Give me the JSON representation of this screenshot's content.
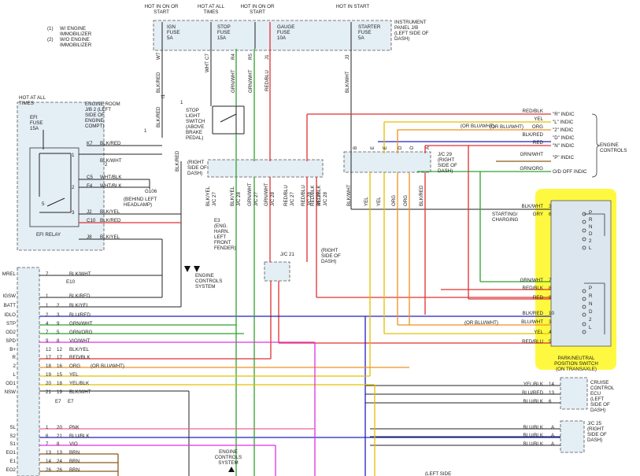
{
  "legend": [
    {
      "num": "1",
      "text": "W/ ENGINE IMMOBILIZER"
    },
    {
      "num": "2",
      "text": "W/O ENGINE IMMOBILIZER"
    }
  ],
  "header_notes": [
    "HOT IN ON OR START",
    "HOT AT ALL TIMES",
    "HOT IN ON OR START",
    "HOT IN START",
    "HOT AT ALL TIMES"
  ],
  "fuses": [
    {
      "name": "IGN",
      "label": "FUSE",
      "amp": "5A"
    },
    {
      "name": "STOP",
      "label": "FUSE",
      "amp": "15A"
    },
    {
      "name": "GAUGE",
      "label": "FUSE",
      "amp": "10A"
    },
    {
      "name": "STARTER",
      "label": "FUSE",
      "amp": "5A"
    },
    {
      "name": "EFI",
      "label": "FUSE",
      "amp": "15A"
    }
  ],
  "junction_blocks": {
    "instrument_panel": "INSTRUMENT PANEL J/B (LEFT SIDE OF DASH)",
    "engine_room": "ENGINE ROOM J/B 2 (LEFT SIDE OF ENGINE COMPT)",
    "efi_relay": "EFI RELAY",
    "stop_switch": "STOP LIGHT SWITCH (ABOVE BRAKE PEDAL)",
    "jc27": "(RIGHT SIDE OF DASH)",
    "jc29": "J/C 29 (RIGHT SIDE OF DASH)",
    "jc21": "J/C 21",
    "jc21_loc": "(RIGHT SIDE OF DASH)",
    "e3": "E3 (ENG. HARN. LEFT FRONT FENDER)",
    "g106": "G106",
    "g106_loc": "(BEHIND LEFT HEADLAMP)",
    "engine_controls": "ENGINE CONTROLS SYSTEM",
    "engine_controls_right": "ENGINE CONTROLS",
    "pn_switch": "PARK/NEUTRAL POSITION SWITCH (ON TRANSAXLE)",
    "cruise_ecu": "CRUISE CONTROL ECU (LEFT SIDE OF DASH)",
    "jc25": "J/C 25 (RIGHT SIDE OF DASH)",
    "left_side": "(LEFT SIDE"
  },
  "top_wire_labels": [
    "BLK/RED",
    "W7",
    "WHT",
    "C7",
    "GRN/WHT",
    "R4",
    "GRN/WHT",
    "R5",
    "RED/BLU",
    "J1",
    "BLK/WHT",
    "J3",
    "I1",
    "BLK/RED",
    "BLK/RED"
  ],
  "engine_room_wires": [
    {
      "pin": "K7",
      "color": "BLK/RED"
    },
    {
      "pin": "",
      "color": "BLK/WHT"
    },
    {
      "pin": "C5",
      "color": "WHT/BLK"
    },
    {
      "pin": "F4",
      "color": "WHT/BLK"
    },
    {
      "pin": "J2",
      "color": "BLK/YEL"
    },
    {
      "pin": "C10",
      "color": "BLK/RED"
    },
    {
      "pin": "J8",
      "color": "BLK/YEL"
    }
  ],
  "jc27_wires": [
    "BLK/YEL",
    "J/C 27",
    "BLK/YEL",
    "J/C 28",
    "GRN/WHT",
    "J/C 27",
    "GRN/WHT",
    "J/C 28",
    "RED/BLU",
    "J/C 27",
    "RED/BLU",
    "J/C 28",
    "RED/BLK",
    "J/C 27",
    "RED/BLK",
    "J/C 28"
  ],
  "ecu_pins": [
    {
      "name": "MREL",
      "a": "7",
      "b": "",
      "color": "BLK/WHT",
      "conn": "E10"
    },
    {
      "name": "IGSW",
      "a": "1",
      "b": "",
      "color": "BLK/RED"
    },
    {
      "name": "BATT",
      "a": "1",
      "b": "2",
      "color": "BLK/YEL"
    },
    {
      "name": "IDLO",
      "a": "2",
      "b": "3",
      "color": "BLU/RED"
    },
    {
      "name": "STP",
      "a": "4",
      "b": "9",
      "color": "GRN/WHT"
    },
    {
      "name": "OD2",
      "a": "7",
      "b": "5",
      "color": "GRN/ORG"
    },
    {
      "name": "SPD",
      "a": "9",
      "b": "8",
      "color": "VIO/WHT"
    },
    {
      "name": "B+",
      "a": "12",
      "b": "12",
      "color": "BLK/YEL"
    },
    {
      "name": "R",
      "a": "17",
      "b": "17",
      "color": "RED/BLK"
    },
    {
      "name": "2",
      "a": "18",
      "b": "16",
      "color": "ORG",
      "note": "(OR BLU/WHT)"
    },
    {
      "name": "L",
      "a": "19",
      "b": "15",
      "color": "YEL"
    },
    {
      "name": "OD1",
      "a": "20",
      "b": "18",
      "color": "YEL/BLK"
    },
    {
      "name": "NSW",
      "a": "21",
      "b": "19",
      "color": "BLK/WHT"
    },
    {
      "name": "SL",
      "a": "1",
      "b": "20",
      "color": "PNK"
    },
    {
      "name": "S2",
      "a": "6",
      "b": "21",
      "color": "BLU/BLK"
    },
    {
      "name": "S1",
      "a": "7",
      "b": "8",
      "color": "VIO"
    },
    {
      "name": "EO1",
      "a": "13",
      "b": "13",
      "color": "BRN"
    },
    {
      "name": "E1",
      "a": "14",
      "b": "24",
      "color": "BRN"
    },
    {
      "name": "EO2",
      "a": "26",
      "b": "26",
      "color": "BRN"
    }
  ],
  "ecu_connectors": [
    "E7",
    "E7"
  ],
  "right_indicators": [
    {
      "color": "RED/BLK",
      "label": "\"R\" INDIC"
    },
    {
      "color": "YEL",
      "label": "\"L\" INDIC"
    },
    {
      "color": "ORG",
      "label": "\"2\" INDIC",
      "note": "(OR BLU/WHT)"
    },
    {
      "color": "BLK/RED",
      "label": "\"D\" INDIC"
    },
    {
      "color": "RED",
      "label": "\"N\" INDIC"
    },
    {
      "color": "GRN/WHT",
      "label": "\"P\" INDIC"
    },
    {
      "color": "GRN/ORG",
      "label": "O/D OFF INDIC"
    }
  ],
  "jc29_wires": [
    "BLK/WHT",
    "B",
    "YEL",
    "E",
    "YEL",
    "E",
    "ORG",
    "D",
    "ORG",
    "D",
    "BLK/RED",
    "A"
  ],
  "pn_inputs": [
    {
      "color": "BLK/WHT",
      "pin": "3"
    },
    {
      "color": "GRY",
      "pin": "6"
    },
    {
      "color": "GRN/WHT",
      "pin": "7"
    },
    {
      "color": "RED/BLK",
      "pin": "8"
    },
    {
      "color": "RED",
      "pin": "9"
    },
    {
      "color": "BLK/RED",
      "pin": "10"
    },
    {
      "color": "BLU/WHT",
      "pin": "3"
    },
    {
      "color": "YEL",
      "pin": "4"
    },
    {
      "color": "RED/BLU",
      "pin": "5"
    }
  ],
  "starting_charging": "STARTING/ CHARGING",
  "or_blu_wht": "(OR BLU/WHT)",
  "pn_positions_top": [
    "P",
    "R",
    "N",
    "D",
    "2",
    "L"
  ],
  "pn_positions_bottom": [
    "P",
    "R",
    "N",
    "D",
    "2",
    "L"
  ],
  "cruise_wires": [
    {
      "color": "YEL/BLK",
      "pin": "14"
    },
    {
      "color": "BLU/RED",
      "pin": "13"
    },
    {
      "color": "BLU/BLK",
      "pin": "6"
    }
  ],
  "jc25_wires": [
    {
      "color": "BLU/BLK",
      "pin": "A"
    },
    {
      "color": "BLU/BLK",
      "pin": "A"
    },
    {
      "color": "BLU/BLK",
      "pin": "A"
    }
  ],
  "misc": [
    "1",
    "2",
    "1",
    "2",
    "3",
    "5",
    "1"
  ]
}
